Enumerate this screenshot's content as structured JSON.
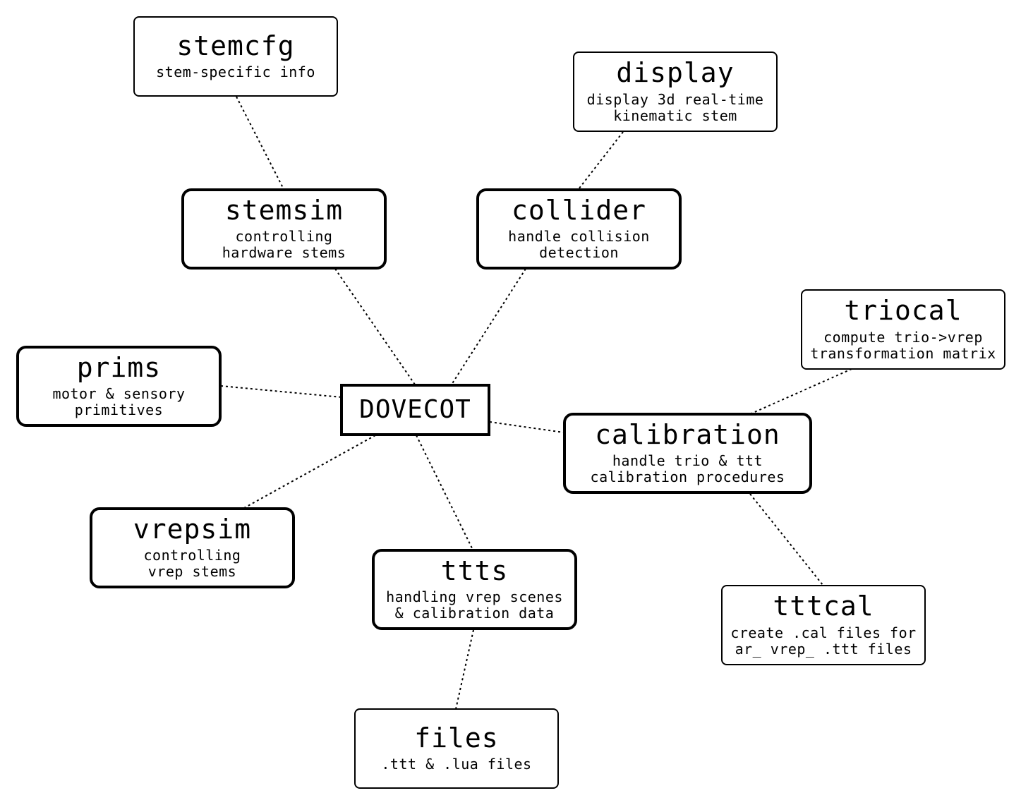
{
  "diagram": {
    "center": {
      "title": "DOVECOT"
    },
    "nodes": {
      "stemcfg": {
        "title": "stemcfg",
        "desc": [
          "stem-specific info"
        ]
      },
      "display": {
        "title": "display",
        "desc": [
          "display 3d real-time",
          "kinematic stem"
        ]
      },
      "stemsim": {
        "title": "stemsim",
        "desc": [
          "controlling",
          "hardware stems"
        ]
      },
      "collider": {
        "title": "collider",
        "desc": [
          "handle collision",
          "detection"
        ]
      },
      "triocal": {
        "title": "triocal",
        "desc": [
          "compute trio->vrep",
          "transformation matrix"
        ]
      },
      "prims": {
        "title": "prims",
        "desc": [
          "motor & sensory",
          "primitives"
        ]
      },
      "calibration": {
        "title": "calibration",
        "desc": [
          "handle trio & ttt",
          "calibration procedures"
        ]
      },
      "vrepsim": {
        "title": "vrepsim",
        "desc": [
          "controlling",
          "vrep stems"
        ]
      },
      "ttts": {
        "title": "ttts",
        "desc": [
          "handling vrep scenes",
          "& calibration data"
        ]
      },
      "tttcal": {
        "title": "tttcal",
        "desc": [
          "create .cal files for",
          "ar_ vrep_ .ttt files"
        ]
      },
      "files": {
        "title": "files",
        "desc": [
          ".ttt & .lua files"
        ]
      }
    }
  }
}
